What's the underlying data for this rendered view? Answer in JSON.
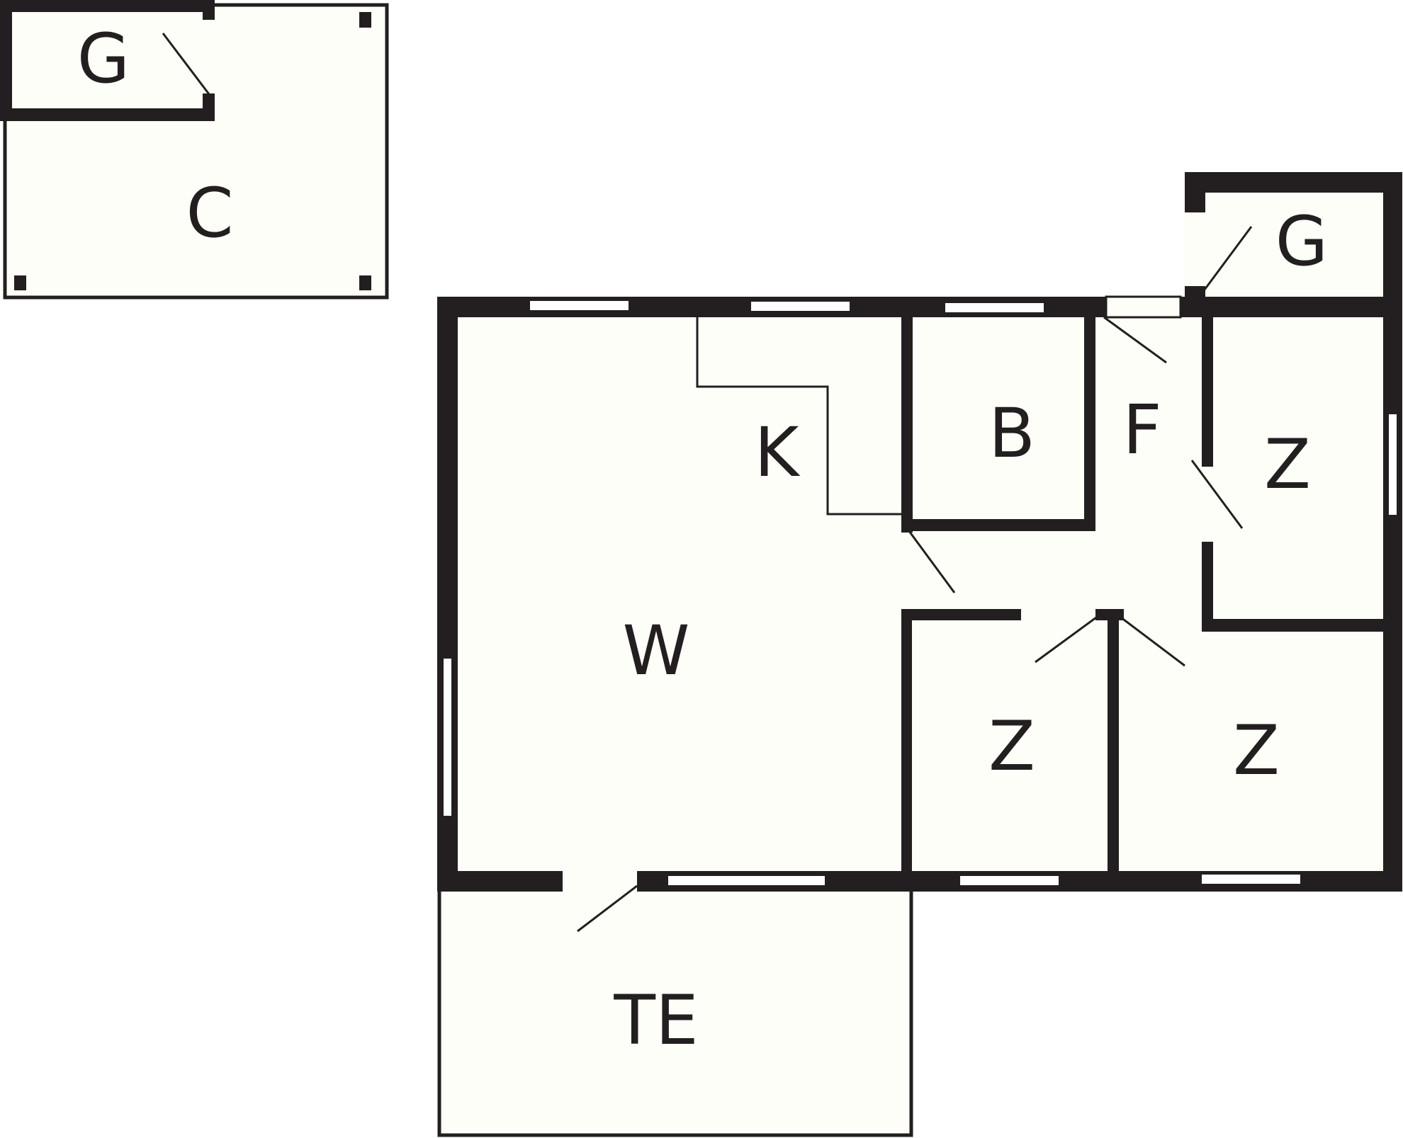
{
  "rooms": {
    "outbuilding_g": "G",
    "outbuilding_c": "C",
    "house_g": "G",
    "k": "K",
    "b": "B",
    "f": "F",
    "z_east": "Z",
    "w": "W",
    "z_mid": "Z",
    "z_south": "Z",
    "te": "TE"
  },
  "colors": {
    "wall": "#231f20",
    "floor": "#fdfef8",
    "background": "#ffffff"
  }
}
